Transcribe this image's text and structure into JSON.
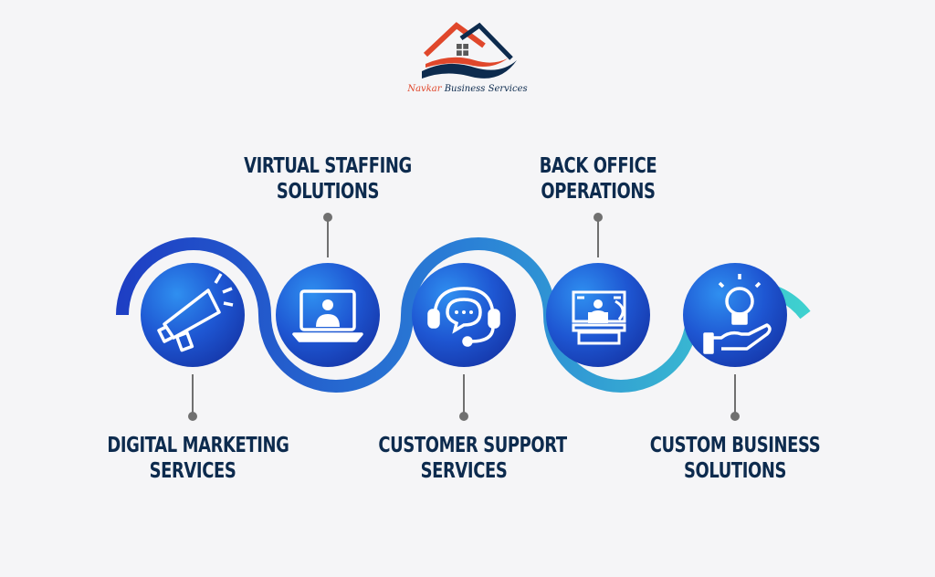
{
  "logo": {
    "name_part1": "Navkar",
    "name_part2": "Business Services"
  },
  "colors": {
    "navy": "#0d2b4e",
    "orange": "#e0472b",
    "blue": "#1f4fc9",
    "teal": "#3fd1cf",
    "connector": "#707070"
  },
  "services": [
    {
      "line1": "DIGITAL MARKETING",
      "line2": "SERVICES",
      "icon": "megaphone-icon",
      "position": "below"
    },
    {
      "line1": "VIRTUAL STAFFING",
      "line2": "SOLUTIONS",
      "icon": "laptop-video-call-icon",
      "position": "above"
    },
    {
      "line1": "CUSTOMER SUPPORT",
      "line2": "SERVICES",
      "icon": "headset-chat-icon",
      "position": "below"
    },
    {
      "line1": "BACK OFFICE",
      "line2": "OPERATIONS",
      "icon": "office-worker-icon",
      "position": "above"
    },
    {
      "line1": "CUSTOM BUSINESS",
      "line2": "SOLUTIONS",
      "icon": "lightbulb-hand-icon",
      "position": "below"
    }
  ]
}
